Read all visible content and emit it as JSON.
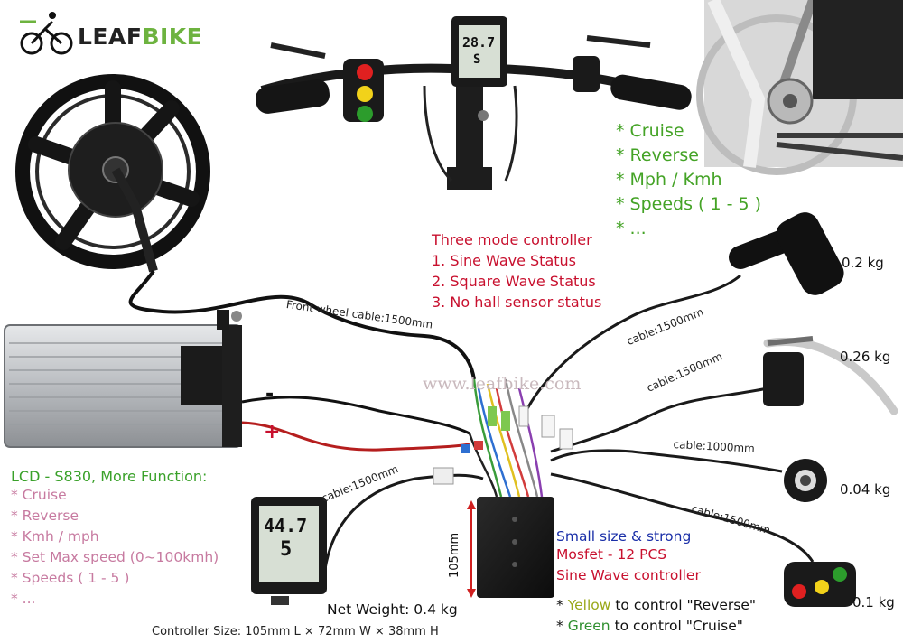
{
  "brand": {
    "name_main": "LEAF",
    "name_accent": "BIKE"
  },
  "watermark": "www.leafbike.com",
  "handlebar_display": {
    "speed": "28.7",
    "gear": "S"
  },
  "lcd_display": {
    "speed": "44.7",
    "gear": "5"
  },
  "features": [
    "* Cruise",
    "* Reverse",
    "* Mph / Kmh",
    "* Speeds ( 1 - 5 )",
    "* ..."
  ],
  "controller_modes": {
    "title": "Three mode controller",
    "items": [
      "1. Sine Wave Status",
      "2. Square Wave Status",
      "3. No hall sensor status"
    ]
  },
  "lcd_box": {
    "title": "LCD - S830, More Function:",
    "items": [
      "* Cruise",
      "* Reverse",
      "* Kmh / mph",
      "* Set Max speed (0~100kmh)",
      "* Speeds ( 1 - 5 )",
      "* ..."
    ]
  },
  "cables": {
    "front_wheel": "Front wheel cable:1500mm",
    "throttle": "cable:1500mm",
    "brake": "cable:1500mm",
    "pas": "cable:1000mm",
    "switch": "cable:1500mm",
    "lcd": "cable:1500mm"
  },
  "weights": {
    "throttle": "0.2 kg",
    "brake": "0.26 kg",
    "pas": "0.04 kg",
    "switch": "0.1 kg"
  },
  "battery": {
    "minus": "-",
    "plus": "+"
  },
  "controller": {
    "height_label": "105mm",
    "net_weight": "Net Weight: 0.4 kg",
    "size_note": "Controller Size: 105mm L × 72mm W × 38mm H"
  },
  "controller_specs": {
    "line1": "Small size & strong",
    "line2": "Mosfet - 12 PCS",
    "line3": "Sine Wave controller"
  },
  "switch_notes": {
    "yellow_prefix": "* ",
    "yellow_word": "Yellow",
    "yellow_rest": " to control \"Reverse\"",
    "green_prefix": "* ",
    "green_word": "Green",
    "green_rest": " to control \"Cruise\""
  },
  "colors": {
    "green": "#44a326",
    "red": "#c8102e",
    "pink": "#c77aa0",
    "blue": "#1a2fa8",
    "yellow_word": "#9aa81a"
  }
}
